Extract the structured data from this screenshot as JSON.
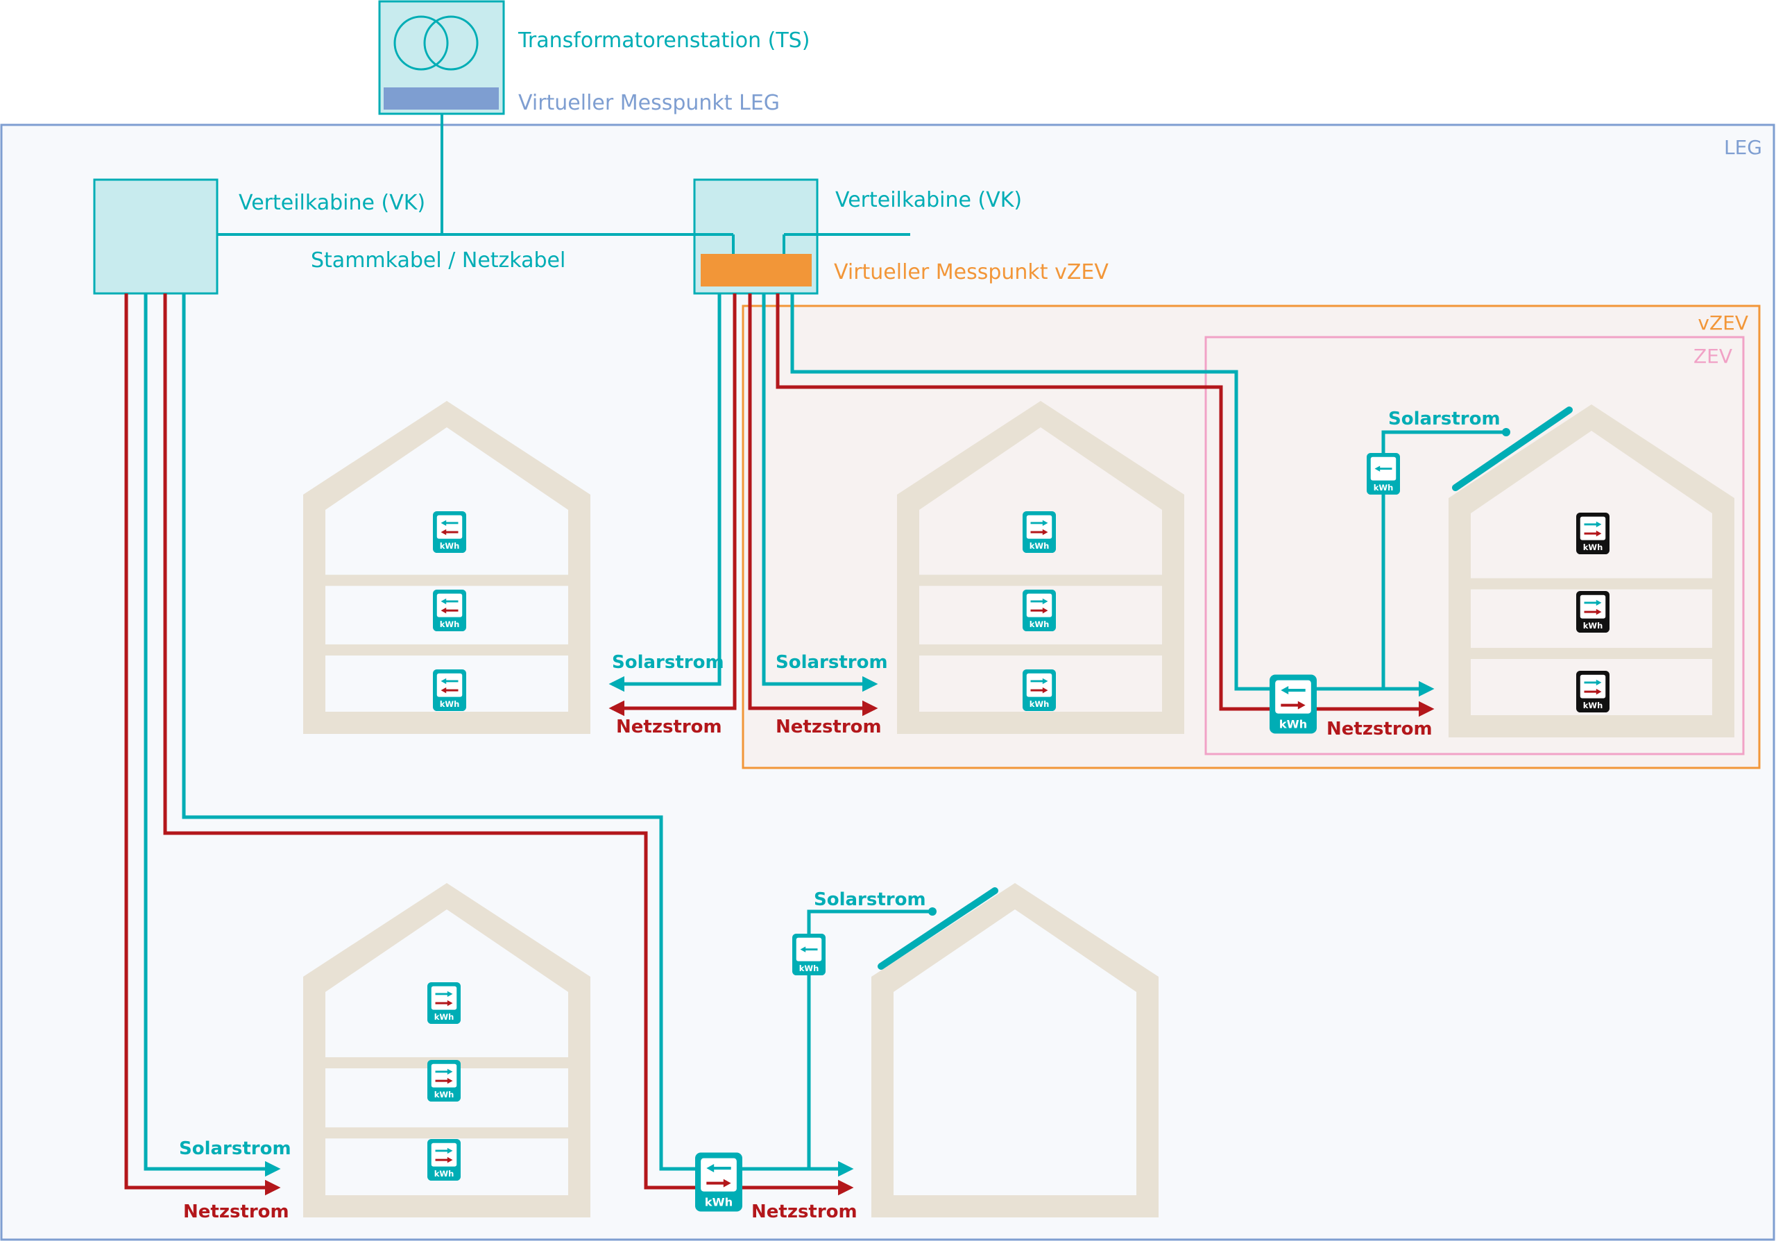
{
  "colors": {
    "teal": "#00adb5",
    "red": "#b3171b",
    "orange": "#f29638",
    "pink": "#f1a2c6",
    "leg_blue": "#7e9ed1",
    "house": "#e8e1d4",
    "box_fill": "#c8ebee",
    "leg_fill": "#f7f9fc",
    "zev_fill": "#f7f2f1",
    "zev_meter_dark": "#111111"
  },
  "transformer": {
    "label": "Transformatorenstation (TS)",
    "virtual_meter_label": "Virtueller Messpunkt LEG"
  },
  "zones": {
    "leg": "LEG",
    "vzev": "vZEV",
    "zev": "ZEV"
  },
  "distribution_cabins": [
    {
      "label": "Verteilkabine (VK)"
    },
    {
      "label": "Verteilkabine (VK)",
      "virtual_meter_label": "Virtueller Messpunkt vZEV"
    }
  ],
  "trunk_cable_label": "Stammkabel / Netzkabel",
  "flows": {
    "solar": "Solarstrom",
    "grid": "Netzstrom"
  },
  "meter_unit": "kWh",
  "houses": [
    {
      "name": "house-top-left",
      "floors": 3,
      "meter_type": "consumer-in",
      "solar_panel": false,
      "zone": "LEG"
    },
    {
      "name": "house-top-middle",
      "floors": 3,
      "meter_type": "consumer-out",
      "solar_panel": false,
      "zone": "vZEV"
    },
    {
      "name": "house-top-right",
      "floors": 3,
      "meter_type": "zev-internal",
      "solar_panel": true,
      "zone": "ZEV"
    },
    {
      "name": "house-bottom-left",
      "floors": 3,
      "meter_type": "consumer-out",
      "solar_panel": false,
      "zone": "LEG"
    },
    {
      "name": "house-bottom-right",
      "floors": 1,
      "meter_type": "none",
      "solar_panel": true,
      "zone": "LEG"
    }
  ]
}
